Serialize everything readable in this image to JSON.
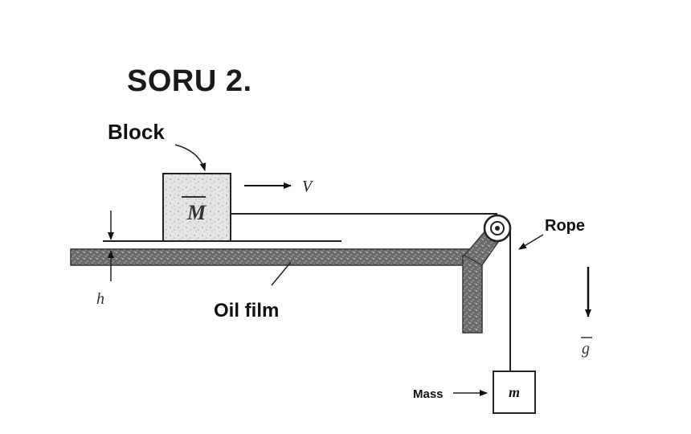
{
  "title": "SORU 2.",
  "labels": {
    "block": "Block",
    "block_mass": "M",
    "velocity": "V",
    "height": "h",
    "oil_film": "Oil film",
    "rope": "Rope",
    "mass_label": "Mass",
    "hanging_mass": "m",
    "gravity": "g"
  }
}
